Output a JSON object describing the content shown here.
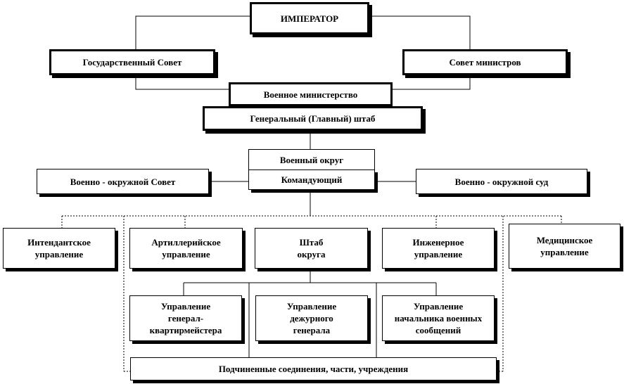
{
  "boxes": {
    "emperor": "ИМПЕРАТОР",
    "state_council": "Государственный Совет",
    "council_of_ministers": "Совет министров",
    "war_ministry": "Военное министерство",
    "general_staff": "Генеральный   (Главный)  штаб",
    "military_district": "Военный округ",
    "commander": "Командующий",
    "district_council": "Военно - окружной  Совет",
    "district_court": "Военно - окружной  суд",
    "quartermaster": "Интендантское\nуправление",
    "artillery": "Артиллерийское\nуправление",
    "district_staff": "Штаб\nокруга",
    "engineering": "Инженерное\nуправление",
    "medical": "Медицинское\nуправление",
    "quartermaster_general": "Управление\nгенерал-\nквартирмейстера",
    "duty_general": "Управление\nдежурного\nгенерала",
    "military_communications": "Управление\nначальника военных\nсообщений",
    "subordinate_units": "Подчиненные соединения, части, учреждения"
  }
}
